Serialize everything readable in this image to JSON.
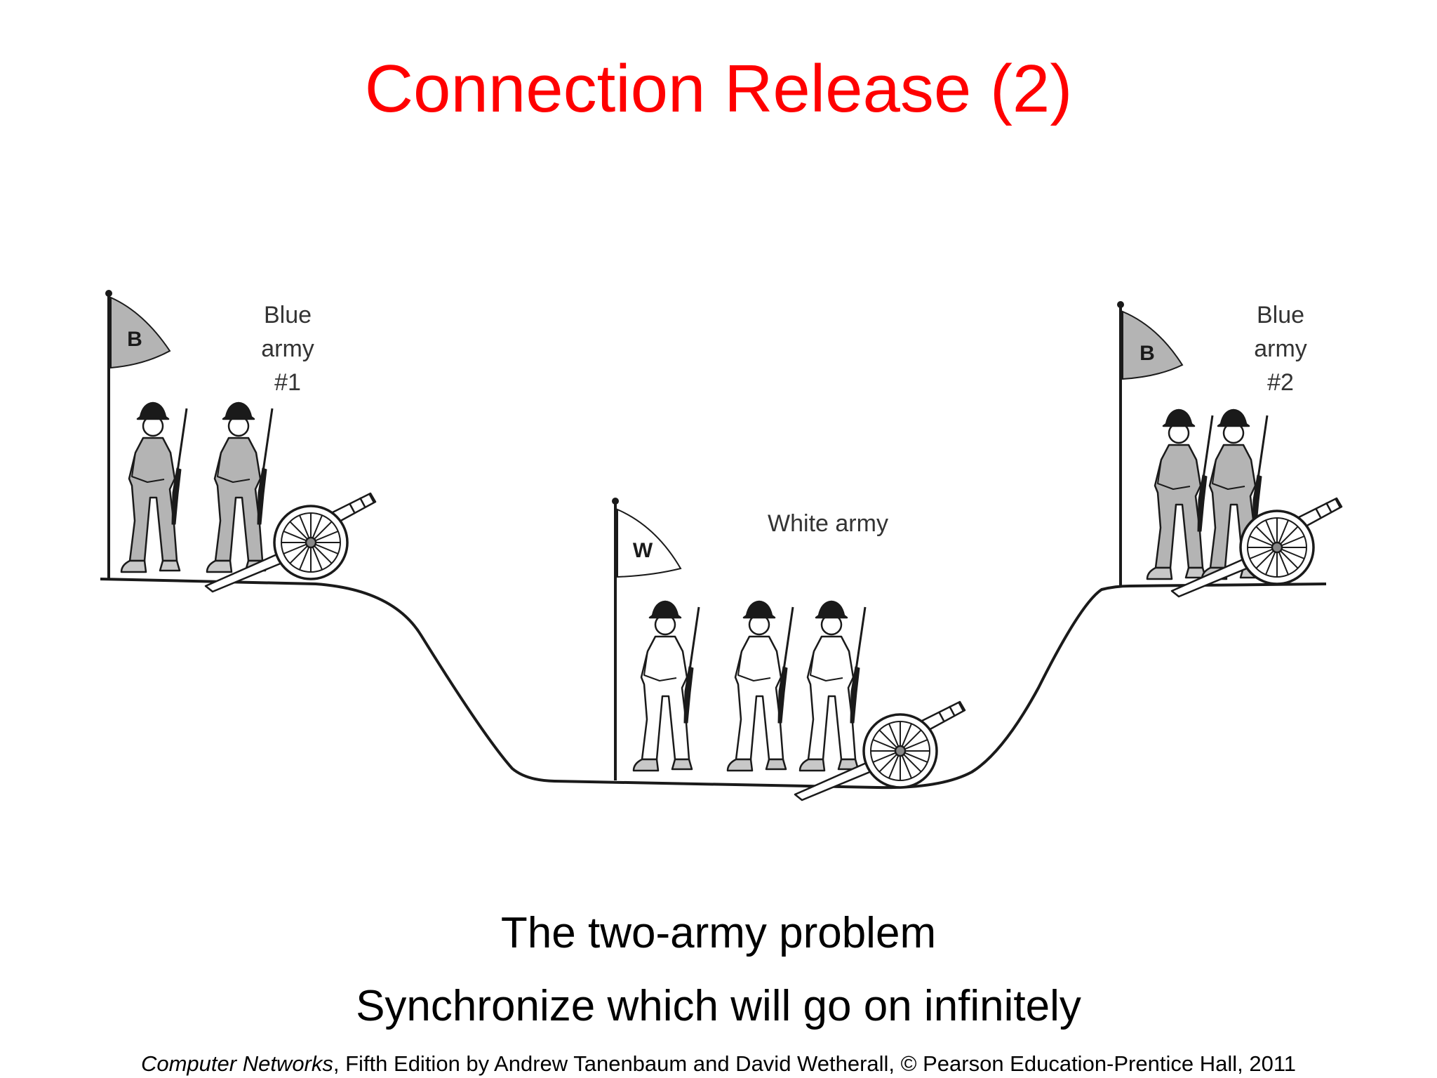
{
  "slide": {
    "title": "Connection Release (2)",
    "title_color": "#ff0000"
  },
  "diagram": {
    "blue1": {
      "flag_letter": "B",
      "label_lines": [
        "Blue",
        "army",
        "#1"
      ]
    },
    "blue2": {
      "flag_letter": "B",
      "label_lines": [
        "Blue",
        "army",
        "#2"
      ]
    },
    "white": {
      "flag_letter": "W",
      "label": "White army"
    },
    "colors": {
      "blue_army_fill": "#b4b4b4",
      "white_army_fill": "#ffffff",
      "outline": "#1a1a1a"
    }
  },
  "captions": {
    "line1": "The two-army problem",
    "line2": "Synchronize which will go on infinitely"
  },
  "credit": {
    "book_title": "Computer Networks",
    "rest": ", Fifth Edition by Andrew Tanenbaum and David Wetherall, © Pearson Education-Prentice Hall, 2011"
  }
}
